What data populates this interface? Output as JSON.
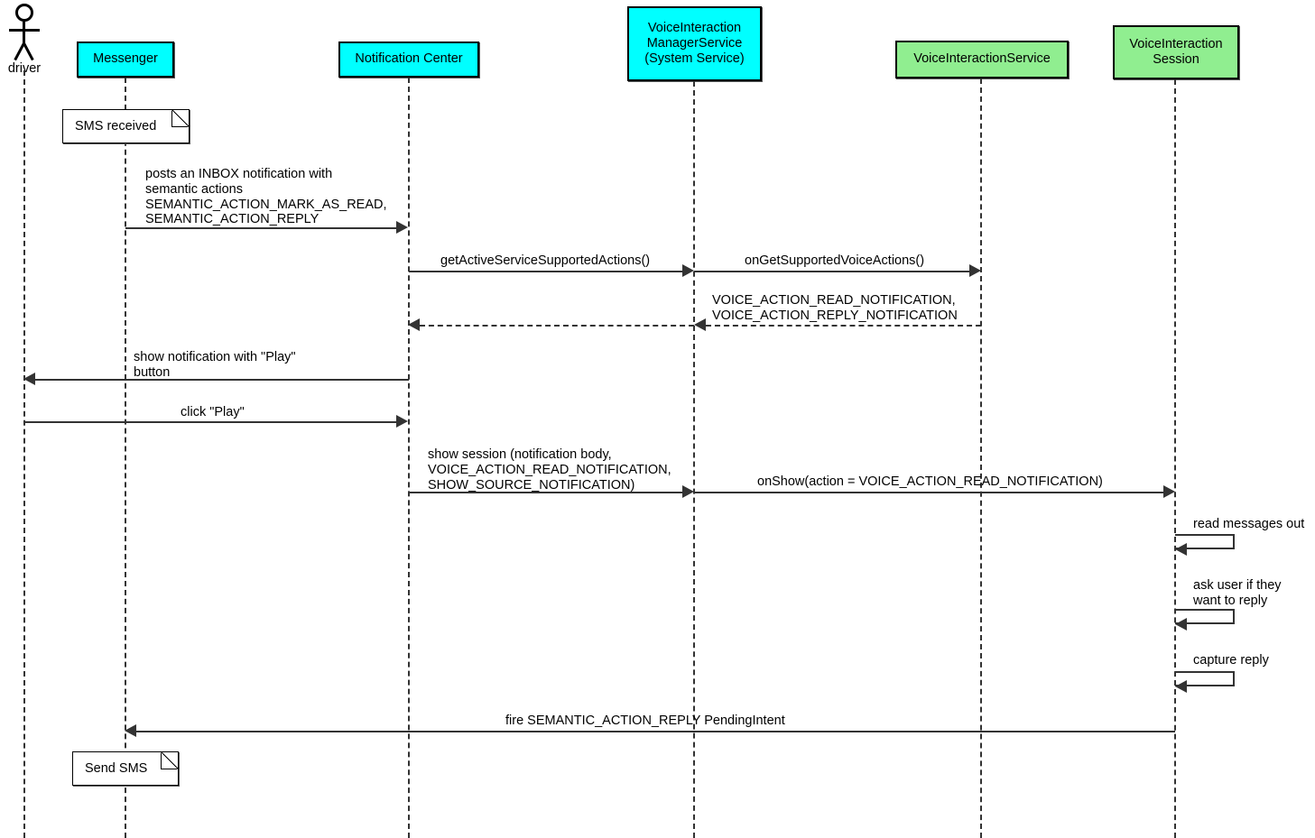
{
  "diagram": {
    "type": "uml-sequence-diagram",
    "title": "",
    "colors": {
      "cyan_participant": "#00FFFF",
      "green_participant": "#90EE90",
      "line": "#333333",
      "border": "#000000",
      "background": "#FFFFFF"
    }
  },
  "actor": {
    "name": "driver",
    "icon": "stick-figure-actor"
  },
  "participants": [
    {
      "id": "messenger",
      "label": "Messenger",
      "color": "#00FFFF"
    },
    {
      "id": "notification-center",
      "label": "Notification Center",
      "color": "#00FFFF"
    },
    {
      "id": "vims",
      "label": "VoiceInteraction\nManagerService\n(System Service)",
      "line1": "VoiceInteraction",
      "line2": "ManagerService",
      "line3": "(System Service)",
      "color": "#00FFFF"
    },
    {
      "id": "vis",
      "label": "VoiceInteractionService",
      "color": "#90EE90"
    },
    {
      "id": "session",
      "label": "VoiceInteraction\nSession",
      "line1": "VoiceInteraction",
      "line2": "Session",
      "color": "#90EE90"
    }
  ],
  "notes": [
    {
      "id": "note-sms-received",
      "text": "SMS received"
    },
    {
      "id": "note-send-sms",
      "text": "Send SMS"
    }
  ],
  "messages": [
    {
      "id": "msg-post-inbox-notification",
      "from": "messenger",
      "to": "notification-center",
      "style": "solid",
      "direction": "right",
      "label_lines": [
        "posts an INBOX notification with",
        "semantic actions",
        "SEMANTIC_ACTION_MARK_AS_READ,",
        "SEMANTIC_ACTION_REPLY"
      ]
    },
    {
      "id": "msg-get-active-service-supported-actions",
      "from": "notification-center",
      "to": "vims",
      "style": "solid",
      "direction": "right",
      "label_lines": [
        "getActiveServiceSupportedActions()"
      ]
    },
    {
      "id": "msg-on-get-supported-voice-actions",
      "from": "vims",
      "to": "vis",
      "style": "solid",
      "direction": "right",
      "label_lines": [
        "onGetSupportedVoiceActions()"
      ]
    },
    {
      "id": "msg-return-supported-actions",
      "from": "vis",
      "to": "vims",
      "style": "dashed",
      "direction": "left",
      "label_lines": [
        "VOICE_ACTION_READ_NOTIFICATION,",
        "VOICE_ACTION_REPLY_NOTIFICATION"
      ]
    },
    {
      "id": "msg-return-supported-actions-2",
      "from": "vims",
      "to": "notification-center",
      "style": "dashed",
      "direction": "left",
      "label_lines": []
    },
    {
      "id": "msg-show-notification",
      "from": "session",
      "to": "driver",
      "style": "solid",
      "direction": "left",
      "label_lines": [
        "show notification with \"Play\"",
        "button"
      ]
    },
    {
      "id": "msg-click-play",
      "from": "driver",
      "to": "session",
      "style": "solid",
      "direction": "right",
      "label_lines": [
        "click \"Play\""
      ]
    },
    {
      "id": "msg-show-session",
      "from": "notification-center",
      "to": "vims",
      "style": "solid",
      "direction": "right",
      "label_lines": [
        "show session (notification body,",
        "VOICE_ACTION_READ_NOTIFICATION,",
        "SHOW_SOURCE_NOTIFICATION)"
      ]
    },
    {
      "id": "msg-on-show",
      "from": "vims",
      "to": "session",
      "style": "solid",
      "direction": "right",
      "label_lines": [
        "onShow(action = VOICE_ACTION_READ_NOTIFICATION)"
      ]
    },
    {
      "id": "msg-fire-pending-intent",
      "from": "session",
      "to": "messenger",
      "style": "solid",
      "direction": "left",
      "label_lines": [
        "fire SEMANTIC_ACTION_REPLY PendingIntent"
      ]
    }
  ],
  "self_messages": [
    {
      "id": "self-read-messages-out",
      "on": "session",
      "label_lines": [
        "read messages out"
      ]
    },
    {
      "id": "self-ask-user-reply",
      "on": "session",
      "label_lines": [
        "ask user if they",
        "want to reply"
      ]
    },
    {
      "id": "self-capture-reply",
      "on": "session",
      "label_lines": [
        "capture reply"
      ]
    }
  ]
}
